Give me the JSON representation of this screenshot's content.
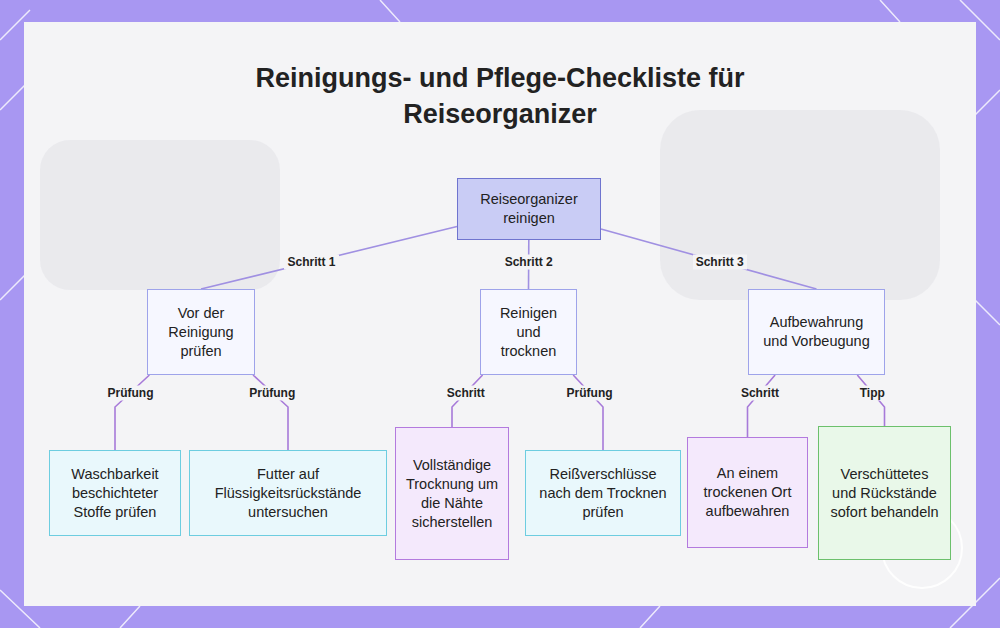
{
  "diagram": {
    "title": "Reinigungs- und Pflege-Checkliste für Reiseorganizer",
    "nodes": [
      {
        "text": [
          "Reiseorganizer reinigen"
        ]
      },
      {
        "text": [
          "Vor der Reinigung prüfen"
        ]
      },
      {
        "text": [
          "Reinigen und trocknen"
        ]
      },
      {
        "text": [
          "Aufbewahrung und Vorbeugung"
        ]
      },
      {
        "text": [
          "Waschbarkeit beschichteter Stoffe prüfen"
        ]
      },
      {
        "text": [
          "Futter auf Flüssigkeitsrückstände untersuchen"
        ]
      },
      {
        "text": [
          "Vollständige Trocknung um die Nähte sicherstellen"
        ]
      },
      {
        "text": [
          "Reißverschlüsse nach dem Trocknen prüfen"
        ]
      },
      {
        "text": [
          "An einem trockenen Ort aufbewahren"
        ]
      },
      {
        "text": [
          "Verschüttetes und Rückstände sofort behandeln"
        ]
      }
    ],
    "edges": [
      {
        "from": 0,
        "to": 1,
        "arrow": "none",
        "label": "Schritt 1"
      },
      {
        "from": 0,
        "to": 2,
        "arrow": "none",
        "label": "Schritt 2"
      },
      {
        "from": 0,
        "to": 3,
        "arrow": "none",
        "label": "Schritt 3"
      },
      {
        "from": 1,
        "to": 4,
        "arrow": "none",
        "label": "Prüfung"
      },
      {
        "from": 1,
        "to": 5,
        "arrow": "none",
        "label": "Prüfung"
      },
      {
        "from": 2,
        "to": 6,
        "arrow": "none",
        "label": "Schritt"
      },
      {
        "from": 2,
        "to": 7,
        "arrow": "none",
        "label": "Prüfung"
      },
      {
        "from": 3,
        "to": 8,
        "arrow": "none",
        "label": "Schritt"
      },
      {
        "from": 3,
        "to": 9,
        "arrow": "none",
        "label": "Tipp"
      }
    ]
  }
}
